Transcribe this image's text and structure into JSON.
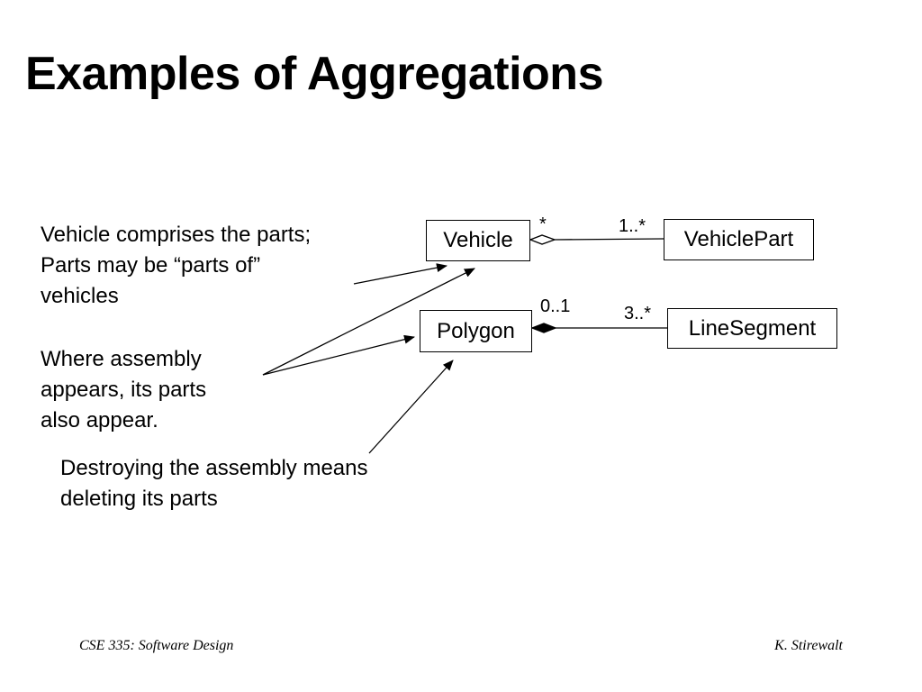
{
  "slide": {
    "title": "Examples of Aggregations"
  },
  "notes": {
    "vehicle_note": "Vehicle comprises the parts;\nParts may be “parts of”\nvehicles",
    "assembly_note": "Where assembly\nappears, its parts\nalso appear.",
    "destroy_note": "Destroying the assembly means\ndeleting its parts"
  },
  "diagram": {
    "classes": {
      "vehicle": "Vehicle",
      "vehicle_part": "VehiclePart",
      "polygon": "Polygon",
      "line_segment": "LineSegment"
    },
    "associations": {
      "vehicle_to_part": {
        "kind": "aggregation",
        "whole_multiplicity": "*",
        "part_multiplicity": "1..*"
      },
      "polygon_to_segment": {
        "kind": "composition",
        "whole_multiplicity": "0..1",
        "part_multiplicity": "3..*"
      }
    }
  },
  "footer": {
    "course": "CSE 335: Software Design",
    "author": "K. Stirewalt"
  }
}
